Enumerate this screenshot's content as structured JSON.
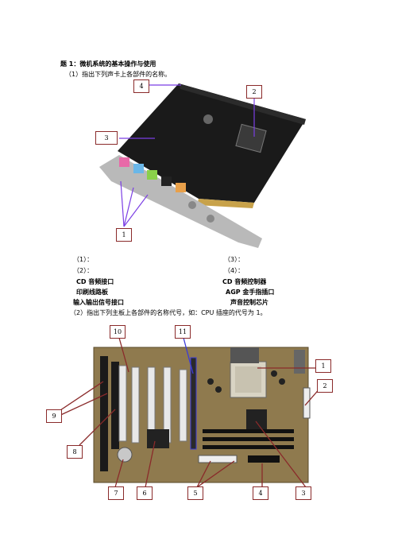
{
  "heading": "题 1：微机系统的基本操作与使用",
  "q1": {
    "prompt": "（1）指出下列声卡上各部件的名称。",
    "callouts": [
      "1",
      "2",
      "3",
      "4"
    ],
    "answer_labels": [
      "（1）：",
      "（2）：",
      "（3）：",
      "（4）："
    ],
    "options": [
      "CD 音频接口",
      "印刷线路板",
      "输入输出信号接口",
      "CD 音频控制器",
      "AGP 金手指插口",
      "声音控制芯片"
    ]
  },
  "q2": {
    "prompt": "（2）指出下列主板上各部件的名称代号，如：CPU 插座的代号为 1。",
    "callouts": [
      "1",
      "2",
      "3",
      "4",
      "5",
      "6",
      "7",
      "8",
      "9",
      "10",
      "11"
    ]
  },
  "colors": {
    "callout_line": "#7b3fe4",
    "callout_border": "#8a2a2a"
  }
}
